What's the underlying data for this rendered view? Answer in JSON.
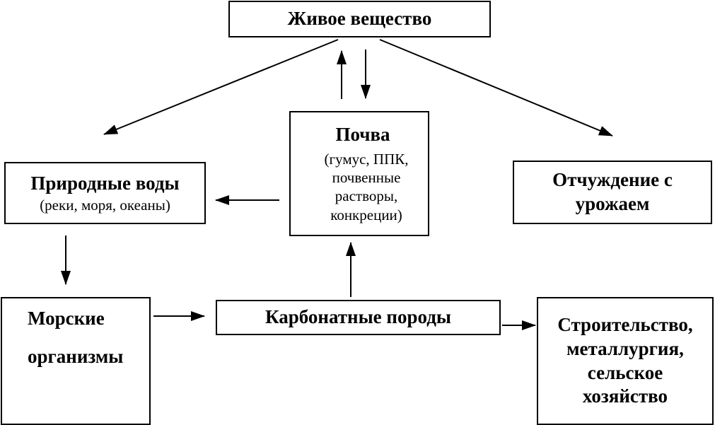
{
  "diagram": {
    "live": {
      "title": "Живое вещество"
    },
    "soil": {
      "title": "Почва",
      "details": [
        "(гумус, ППК,",
        "почвенные",
        "растворы,",
        "конкреции)"
      ]
    },
    "water": {
      "title": "Природные воды",
      "subtitle": "(реки, моря, океаны)"
    },
    "harvest": {
      "lines": [
        "Отчуждение с",
        "урожаем"
      ]
    },
    "marine": {
      "lines": [
        "Морские",
        "организмы"
      ]
    },
    "carbon": {
      "title": "Карбонатные породы"
    },
    "industry": {
      "lines": [
        "Строительство,",
        "металлургия,",
        "сельское",
        "хозяйство"
      ]
    }
  },
  "colors": {
    "stroke": "#000000",
    "background": "#ffffff"
  }
}
